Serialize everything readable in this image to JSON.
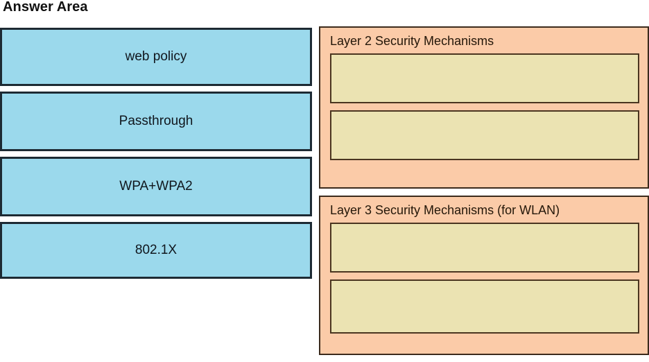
{
  "page": {
    "title": "Answer Area",
    "background_color": "#ffffff"
  },
  "palette": {
    "card_fill": "#9BD9EC",
    "card_border": "#1d2a33",
    "panel_fill": "#FBCBA8",
    "panel_border": "#3b2a1c",
    "dropzone_fill": "#EBE3B2",
    "dropzone_border": "#4a3520",
    "text_color": "#10161d"
  },
  "drag_bank": {
    "name": "option-cards",
    "cards": [
      {
        "label": "web policy"
      },
      {
        "label": "Passthrough"
      },
      {
        "label": "WPA+WPA2"
      },
      {
        "label": "802.1X"
      }
    ]
  },
  "drop_panels": [
    {
      "header": "Layer 2 Security Mechanisms",
      "zones": [
        {
          "label": ""
        },
        {
          "label": ""
        }
      ]
    },
    {
      "header": "Layer 3 Security Mechanisms (for WLAN)",
      "zones": [
        {
          "label": ""
        },
        {
          "label": ""
        }
      ]
    }
  ]
}
